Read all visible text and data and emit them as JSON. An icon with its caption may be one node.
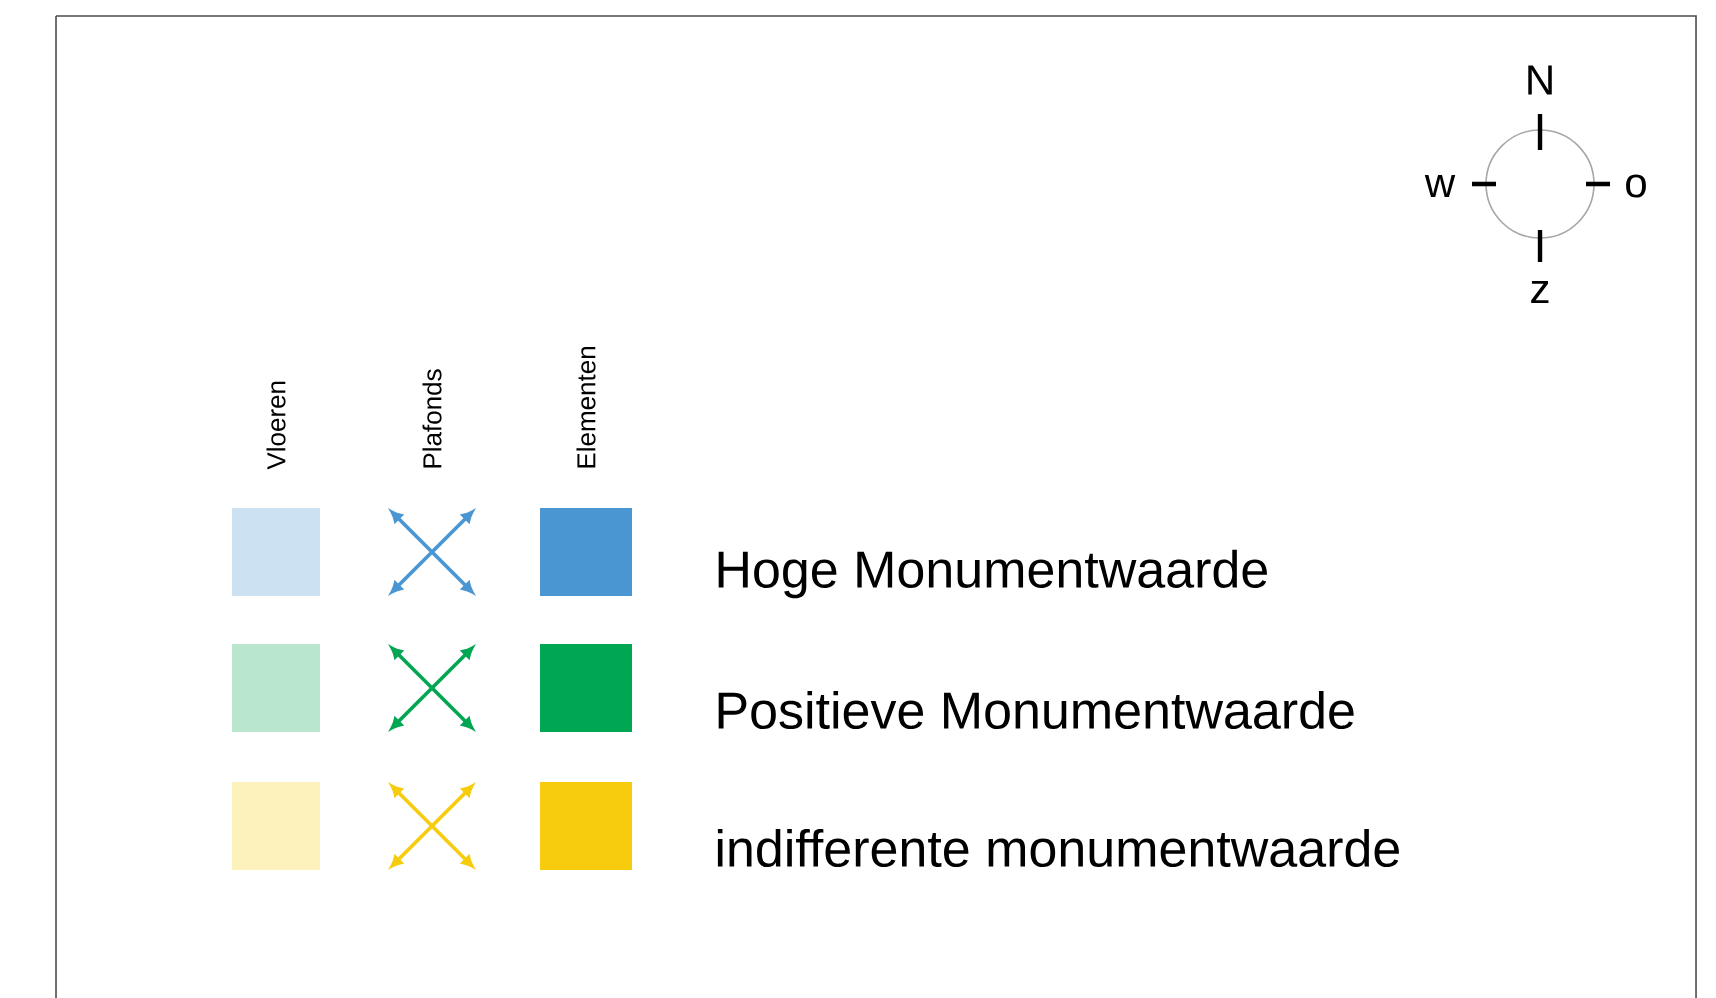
{
  "diagram": {
    "labels": [
      "N",
      "w",
      "o",
      "z",
      "Vloeren",
      "Plafonds",
      "Elementen"
    ],
    "legend": [
      {
        "text": "Hoge Monumentwaarde",
        "color": "#4a96d2"
      },
      {
        "text": "Positieve Monumentwaarde",
        "color": "#00a651"
      },
      {
        "text": "indifferente monumentwaarde",
        "color": "#f7cc0f"
      }
    ]
  }
}
